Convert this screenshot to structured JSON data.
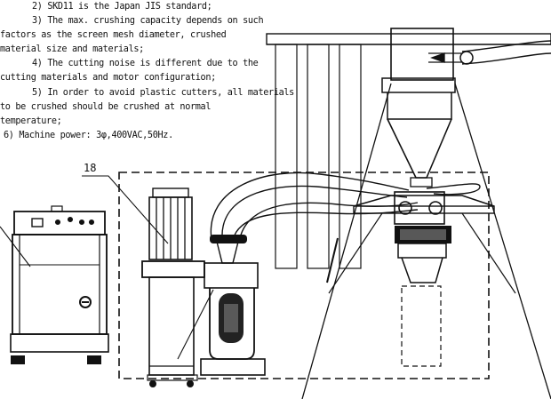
{
  "notes": {
    "line1": "2) SKD11 is the Japan JIS standard;",
    "line2": "3) The max. crushing capacity depends on such",
    "line3": "factors as the screen mesh diameter, crushed",
    "line4": "material size and materials;",
    "line5": "4) The cutting noise is different due to the",
    "line6": "cutting materials and motor configuration;",
    "line7": "5) In order to avoid plastic cutters, all materials",
    "line8": "to be crushed should be crushed at normal",
    "line9": "temperature;",
    "line10": "6) Machine power: 3φ,400VAC,50Hz."
  },
  "callout": {
    "label": "18"
  }
}
